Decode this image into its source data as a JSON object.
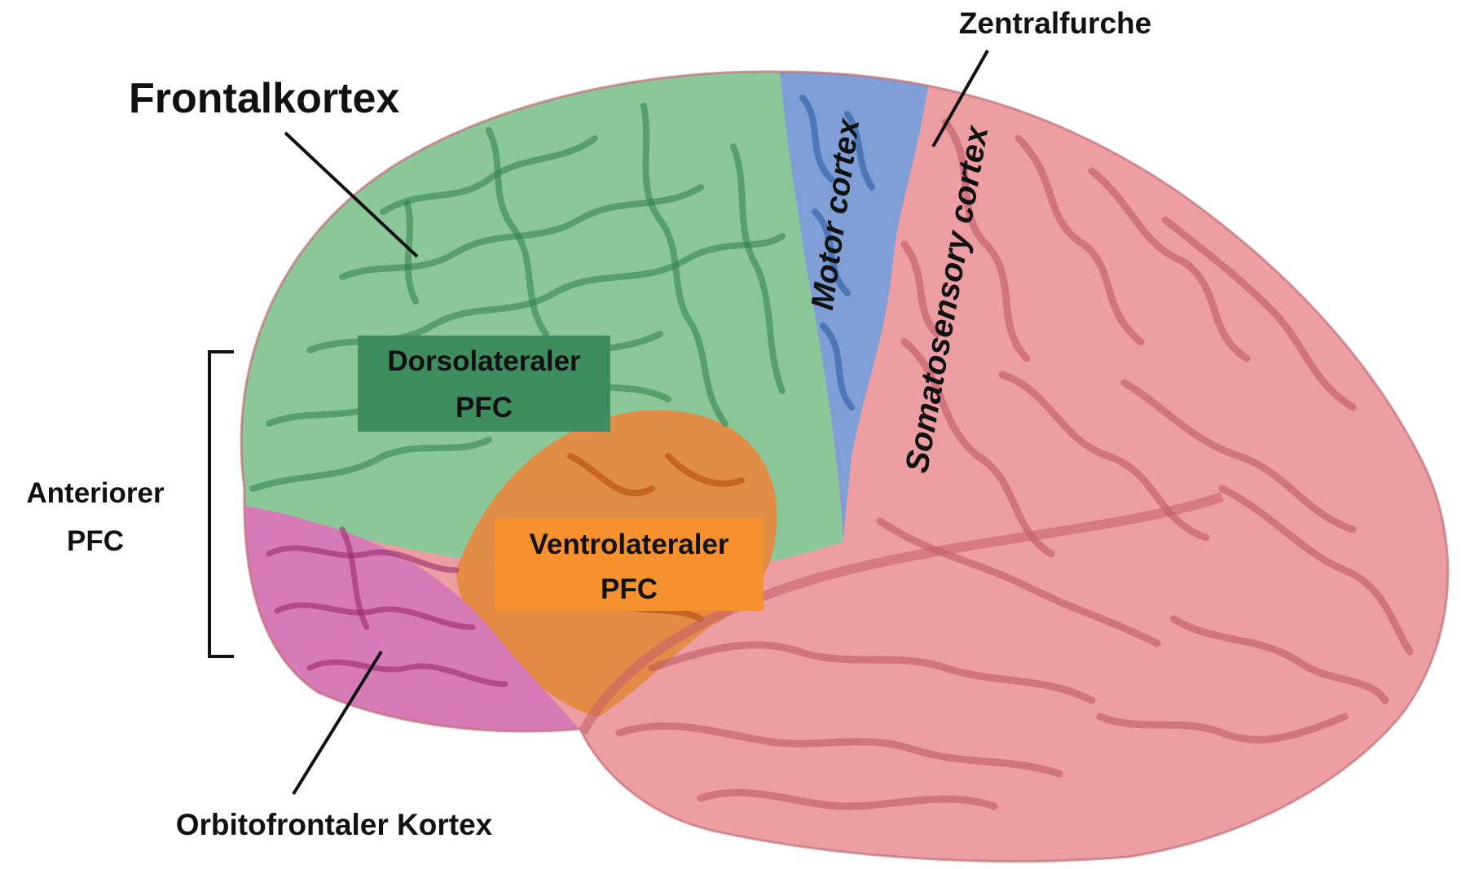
{
  "title": "Frontalkortex",
  "labels": {
    "central_sulcus": "Zentralfurche",
    "motor_cortex": "Motor cortex",
    "somatosensory_cortex": "Somatosensory cortex",
    "dlpfc_line1": "Dorsolateraler",
    "dlpfc_line2": "PFC",
    "vlpfc_line1": "Ventrolateraler",
    "vlpfc_line2": "PFC",
    "anterior_pfc_line1": "Anteriorer",
    "anterior_pfc_line2": "PFC",
    "orbitofrontal": "Orbitofrontaler Kortex"
  },
  "colors": {
    "frontal_green": "#8cc79a",
    "dlpfc_box": "#3e8c60",
    "motor_blue": "#7f9fd6",
    "vlpfc_orange": "#e58a43",
    "vlpfc_box": "#f5912f",
    "orbitofrontal_magenta": "#d77bb6",
    "brain_pink": "#ec9ea3"
  }
}
